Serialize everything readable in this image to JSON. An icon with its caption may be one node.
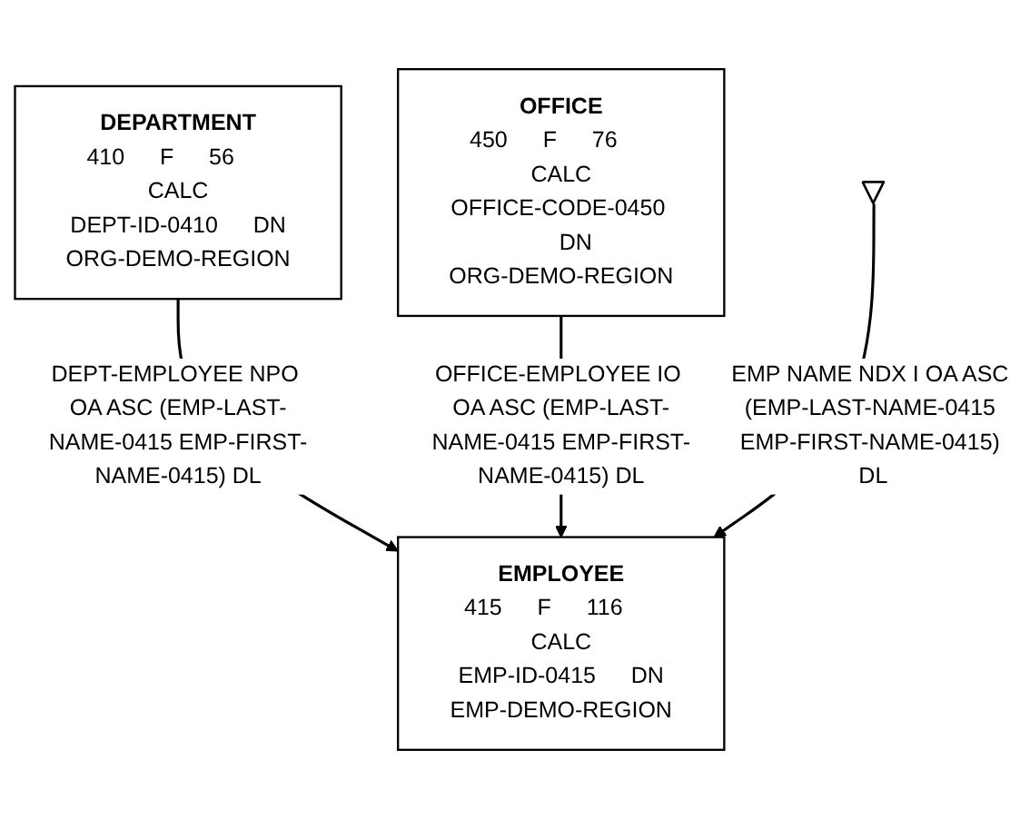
{
  "diagram": {
    "nodes": [
      {
        "text": [
          "DEPARTMENT",
          "410",
          "F",
          "56",
          "CALC",
          "DEPT-ID-0410",
          "DN",
          "ORG-DEMO-REGION"
        ]
      },
      {
        "text": [
          "OFFICE",
          "450",
          "F",
          "76",
          "CALC",
          "OFFICE-CODE-0450",
          "DN",
          "ORG-DEMO-REGION"
        ]
      },
      {
        "text": [],
        "shape": "triangle"
      },
      {
        "text": [
          "EMPLOYEE",
          "415",
          "F",
          "116",
          "CALC",
          "EMP-ID-0415",
          "DN",
          "EMP-DEMO-REGION"
        ]
      }
    ],
    "edges": [
      {
        "from": 0,
        "to": 3,
        "arrow": "to",
        "label": "DEPT-EMPLOYEE NPO OA ASC (EMP-LAST-NAME-0415 EMP-FIRST-NAME-0415) DL"
      },
      {
        "from": 1,
        "to": 3,
        "arrow": "to",
        "label": "OFFICE-EMPLOYEE IO OA ASC (EMP-LAST-NAME-0415 EMP-FIRST-NAME-0415) DL"
      },
      {
        "from": 2,
        "to": 3,
        "arrow": "to",
        "label": "EMP NAME NDX I OA ASC (EMP-LAST-NAME-0415 EMP-FIRST-NAME-0415) DL"
      }
    ]
  }
}
